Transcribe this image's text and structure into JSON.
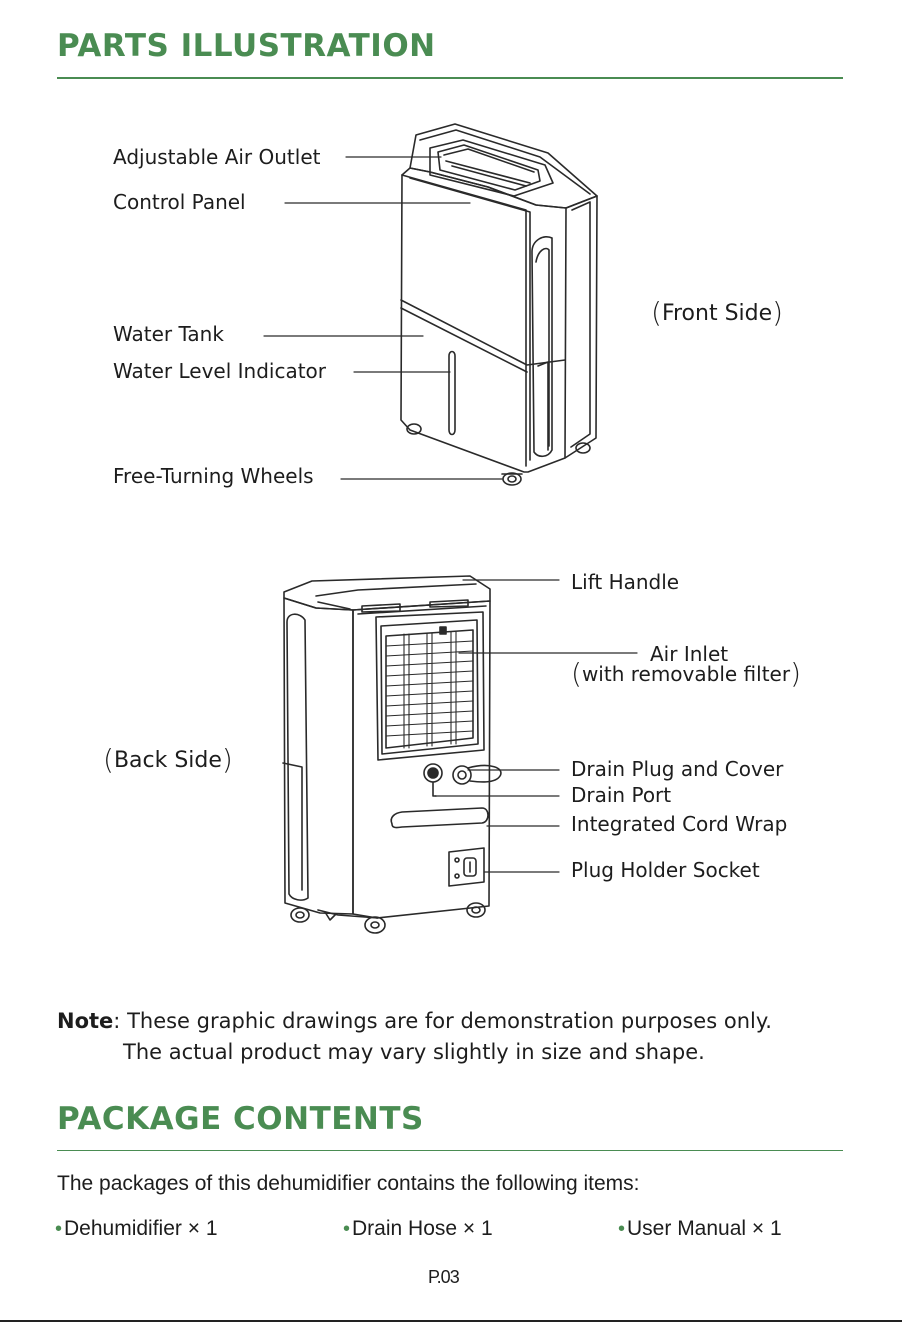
{
  "parts_section": {
    "title": "PARTS ILLUSTRATION",
    "front_side": {
      "side_label": "Front Side",
      "labels": {
        "air_outlet": "Adjustable Air Outlet",
        "control_panel": "Control Panel",
        "water_tank": "Water Tank",
        "water_level": "Water Level Indicator",
        "wheels": "Free-Turning Wheels"
      }
    },
    "back_side": {
      "side_label": "Back Side",
      "labels": {
        "lift_handle": "Lift Handle",
        "air_inlet": "Air Inlet",
        "air_inlet_sub": "with removable filter",
        "drain_plug": "Drain Plug and Cover",
        "drain_port": "Drain Port",
        "cord_wrap": "Integrated Cord Wrap",
        "plug_holder": "Plug Holder Socket"
      }
    },
    "note": {
      "label": "Note",
      "line1": "These graphic drawings are for demonstration purposes only.",
      "line2": "The actual product may vary slightly in size and shape."
    }
  },
  "package_section": {
    "title": "PACKAGE CONTENTS",
    "intro": "The packages of this dehumidifier contains the following items:",
    "items": [
      "Dehumidifier × 1",
      "Drain Hose × 1",
      "User Manual × 1"
    ]
  },
  "footer": {
    "page_number": "P.03"
  },
  "colors": {
    "accent": "#4a8c52",
    "text": "#1d1d1d",
    "line_art": "#2a2a2a"
  }
}
